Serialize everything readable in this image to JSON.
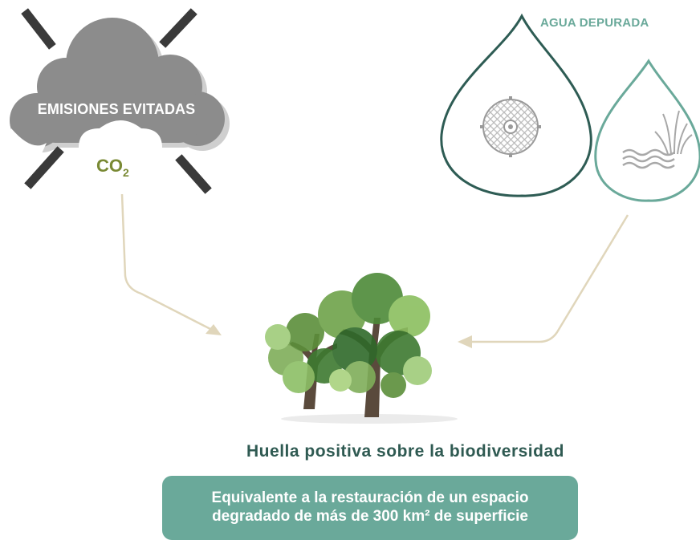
{
  "emissions": {
    "label": "EMISIONES EVITADAS",
    "co2_main": "CO",
    "co2_sub": "2"
  },
  "water": {
    "label": "AGUA DEPURADA"
  },
  "impact": {
    "title": "Huella positiva sobre la biodiversidad",
    "equivalence_line1": "Equivalente a la restauración de un espacio",
    "equivalence_line2": "degradado de más de 300 km² de superficie"
  },
  "colors": {
    "cloud": "#8c8c8c",
    "cross": "#3a3a3a",
    "co2": "#7a8a35",
    "drop_dark": "#2e5c54",
    "drop_light": "#6aa99a",
    "arrow": "#e0d6bb",
    "title": "#2f5a52",
    "box": "#6aa99a"
  },
  "icons": [
    "cloud-icon",
    "cross-icon",
    "water-drop-icon",
    "manhole-cover-icon",
    "water-waves-icon",
    "grass-icon",
    "tree-icon",
    "arrow-icon"
  ]
}
